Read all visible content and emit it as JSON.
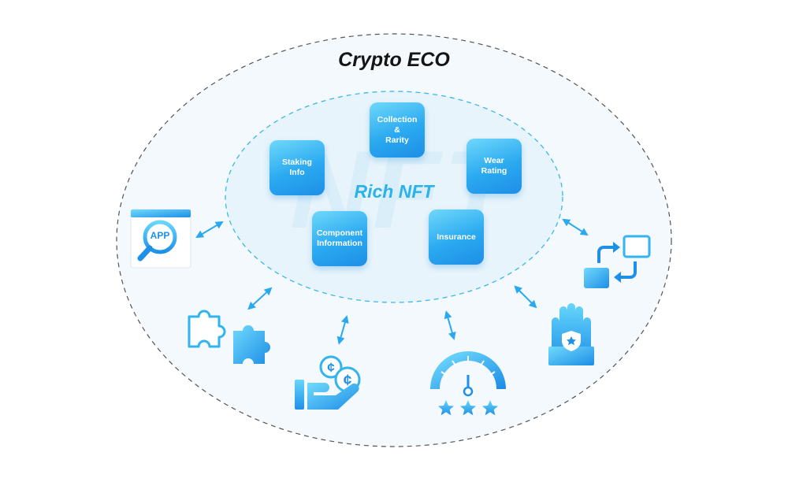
{
  "title": "Crypto ECO",
  "center": {
    "label": "Rich NFT",
    "watermark": "NFT"
  },
  "nodes": [
    {
      "id": "collection",
      "label": "Collection\n&\nRarity"
    },
    {
      "id": "staking",
      "label": "Staking\nInfo"
    },
    {
      "id": "wear",
      "label": "Wear\nRating"
    },
    {
      "id": "component",
      "label": "Component\nInformation"
    },
    {
      "id": "insurance",
      "label": "Insurance"
    }
  ],
  "app_icon": {
    "text": "APP"
  },
  "coin_icon": {
    "symbol": "¢"
  },
  "icons": [
    "app-search-icon",
    "puzzle-icon",
    "coin-hand-icon",
    "gauge-stars-icon",
    "glove-shield-icon",
    "exchange-icon"
  ],
  "colors": {
    "accent": "#2aa9f0",
    "accent_light": "#6fd8fb",
    "outer_fill": "#f3f9fd",
    "outer_border": "#555555",
    "inner_fill": "#e9f4fb",
    "inner_border": "#3ab8e6",
    "title": "#151515"
  }
}
